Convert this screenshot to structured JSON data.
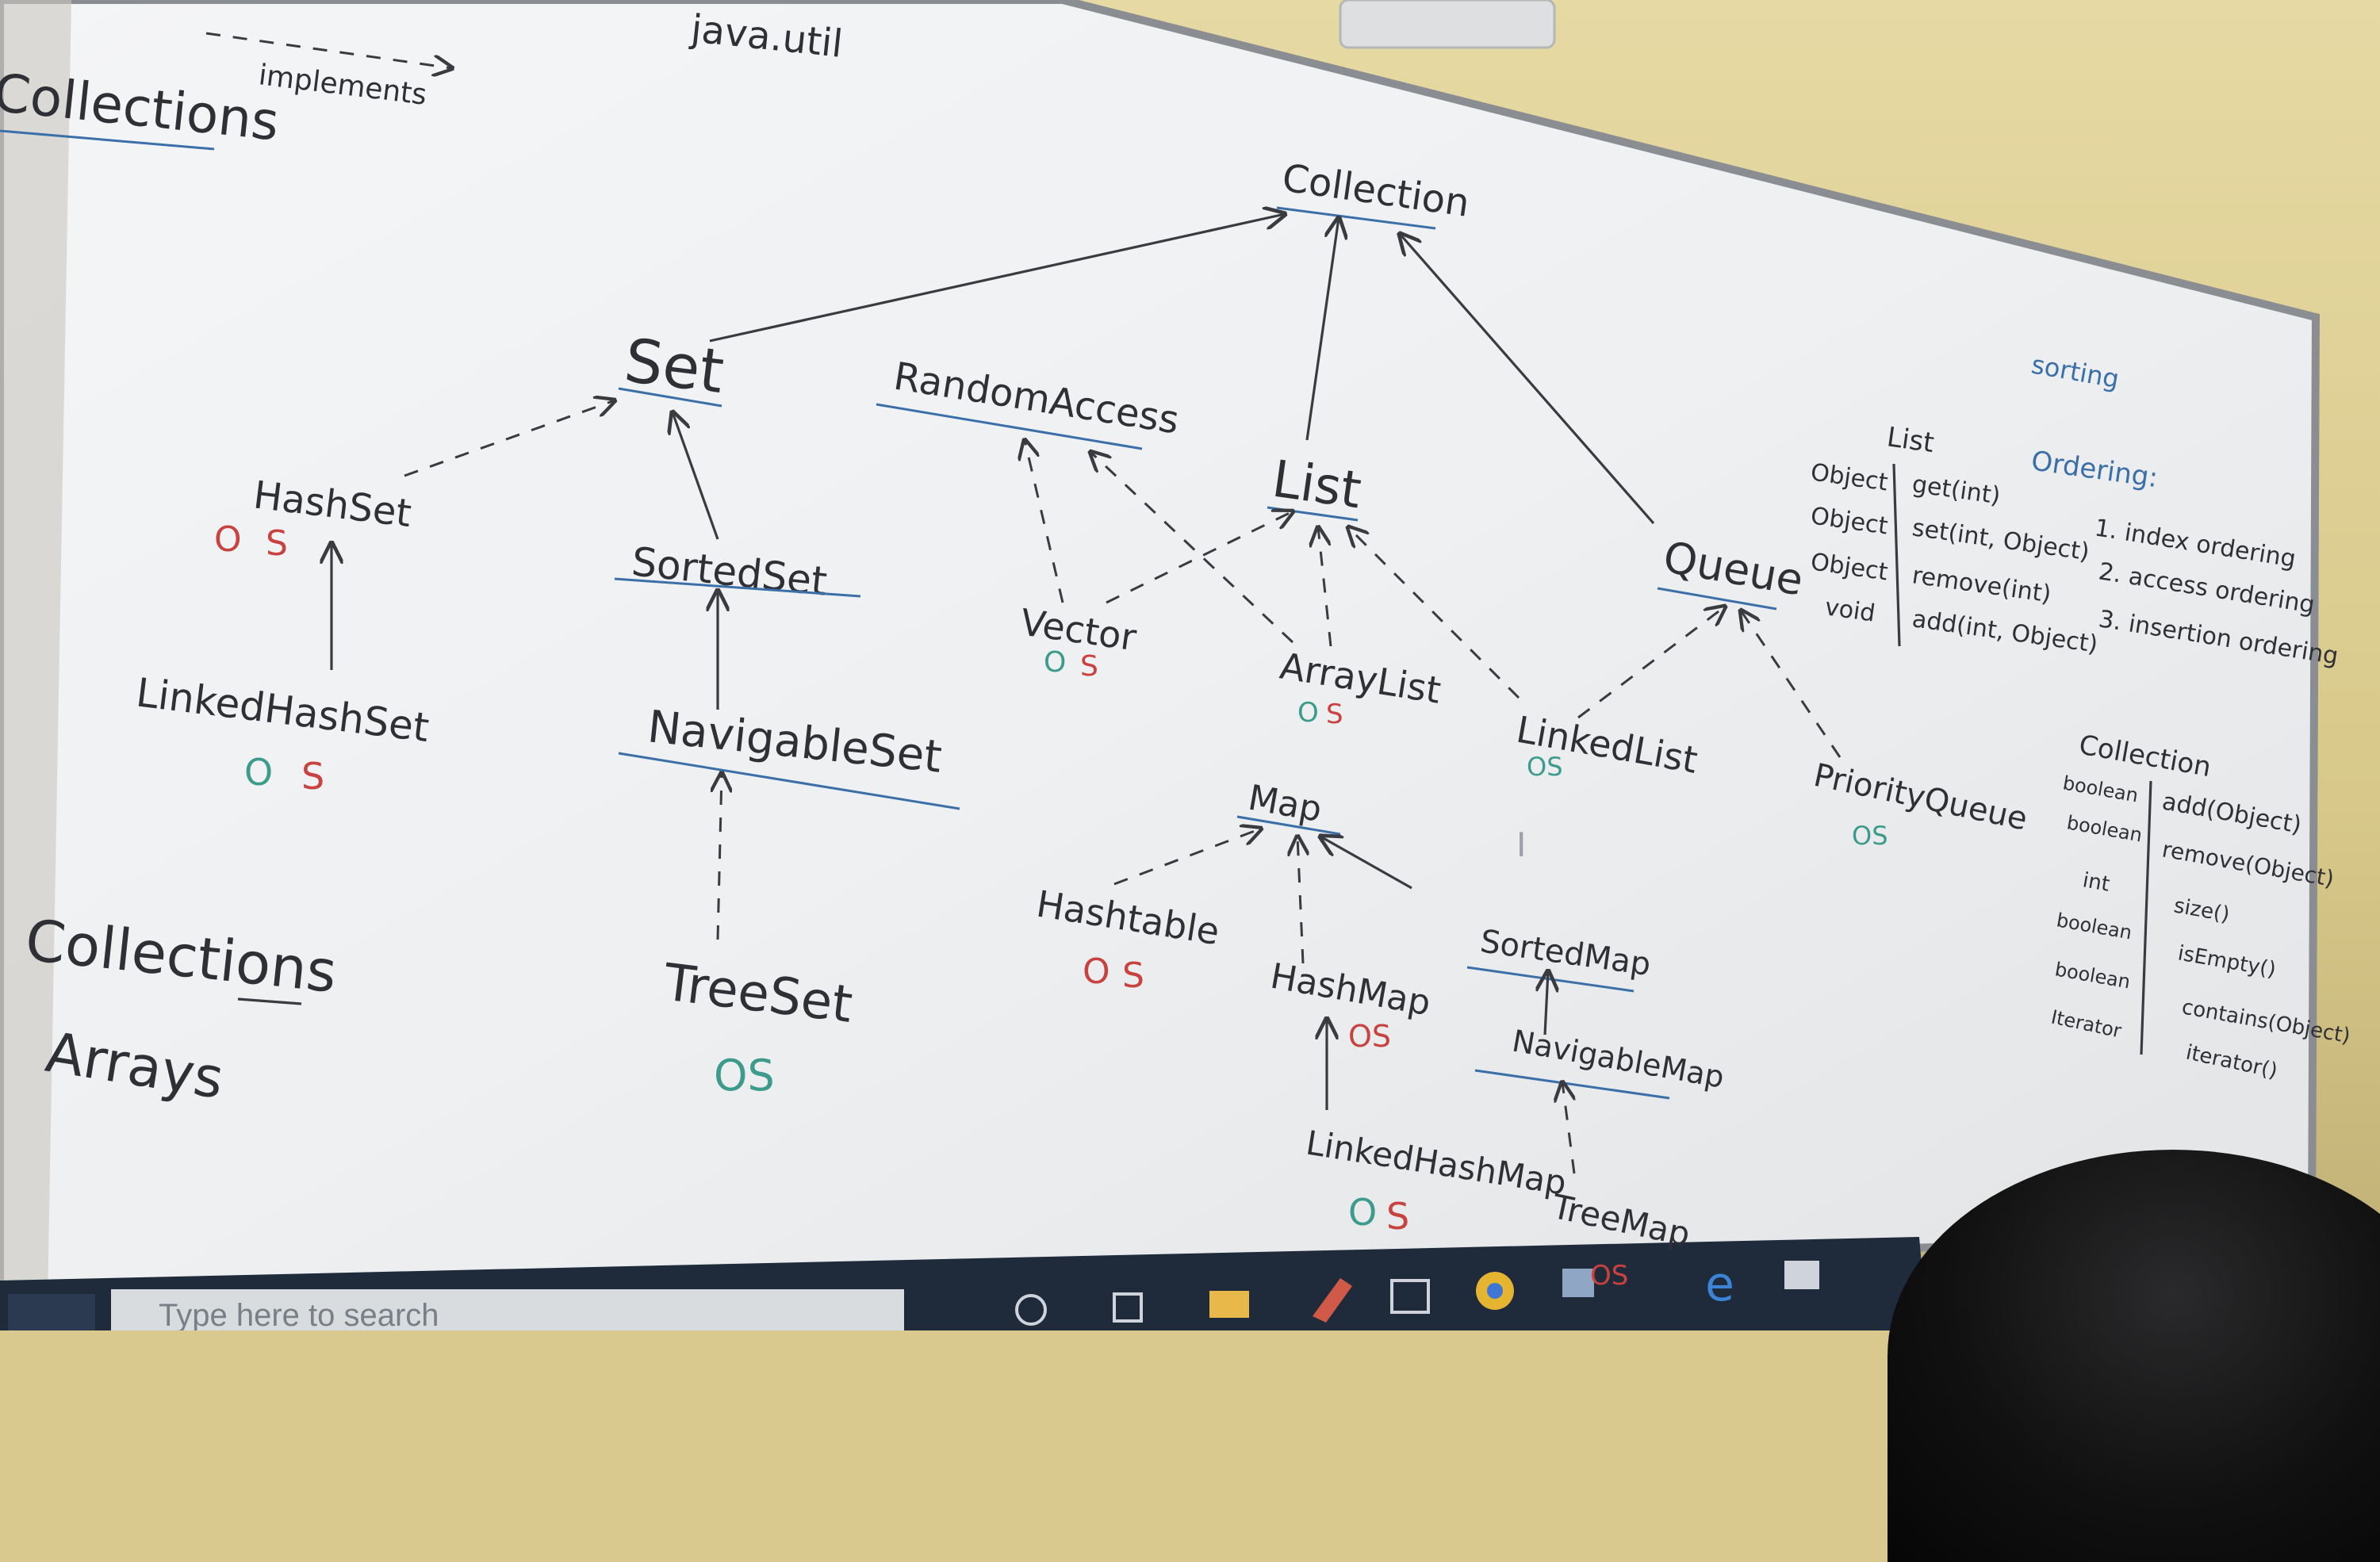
{
  "header": {
    "java_util": "java.util",
    "implements": "implements",
    "legend_arrow": "- - - - - - >",
    "collections_title": "Collections"
  },
  "tree": {
    "collection": "Collection",
    "set": "Set",
    "random_access": "RandomAccess",
    "list": "List",
    "queue": "Queue",
    "hashset": "HashSet",
    "sortedset": "SortedSet",
    "vector": "Vector",
    "arraylist": "ArrayList",
    "linkedlist": "LinkedList",
    "linkedhashset": "LinkedHashSet",
    "navigableset": "NavigableSet",
    "priorityqueue": "PriorityQueue",
    "treeset": "TreeSet",
    "map": "Map",
    "hashtable": "Hashtable",
    "hashmap": "HashMap",
    "sortedmap": "SortedMap",
    "navigablemap": "NavigableMap",
    "linkedhashmap": "LinkedHashMap",
    "treemap": "TreeMap"
  },
  "marks": {
    "o": "O",
    "s": "S",
    "os": "OS"
  },
  "utilities": {
    "collections": "Collections",
    "arrays": "Arrays"
  },
  "list_methods": {
    "title": "List",
    "rows": [
      {
        "type": "Object",
        "method": "get(int)"
      },
      {
        "type": "Object",
        "method": "set(int, Object)"
      },
      {
        "type": "Object",
        "method": "remove(int)"
      },
      {
        "type": "void",
        "method": "add(int, Object)"
      }
    ]
  },
  "sorting": {
    "title": "sorting",
    "ordering_title": "Ordering:",
    "items": [
      "1. index ordering",
      "2. access ordering",
      "3. insertion ordering"
    ]
  },
  "collection_methods": {
    "title": "Collection",
    "rows": [
      {
        "type": "boolean",
        "method": "add(Object)"
      },
      {
        "type": "boolean",
        "method": "remove(Object)"
      },
      {
        "type": "int",
        "method": "size()"
      },
      {
        "type": "boolean",
        "method": "isEmpty()"
      },
      {
        "type": "boolean",
        "method": "contains(Object)"
      },
      {
        "type": "Iterator",
        "method": "iterator()"
      }
    ]
  },
  "misc": {
    "cursor_mark": "I"
  },
  "taskbar": {
    "search_placeholder": "Type here to search"
  },
  "colors": {
    "marker_black": "#2f3036",
    "marker_red": "#c8423f",
    "marker_green": "#3c9b8a",
    "underline_blue": "#3b6fa8",
    "taskbar": "#1f2a3a"
  }
}
